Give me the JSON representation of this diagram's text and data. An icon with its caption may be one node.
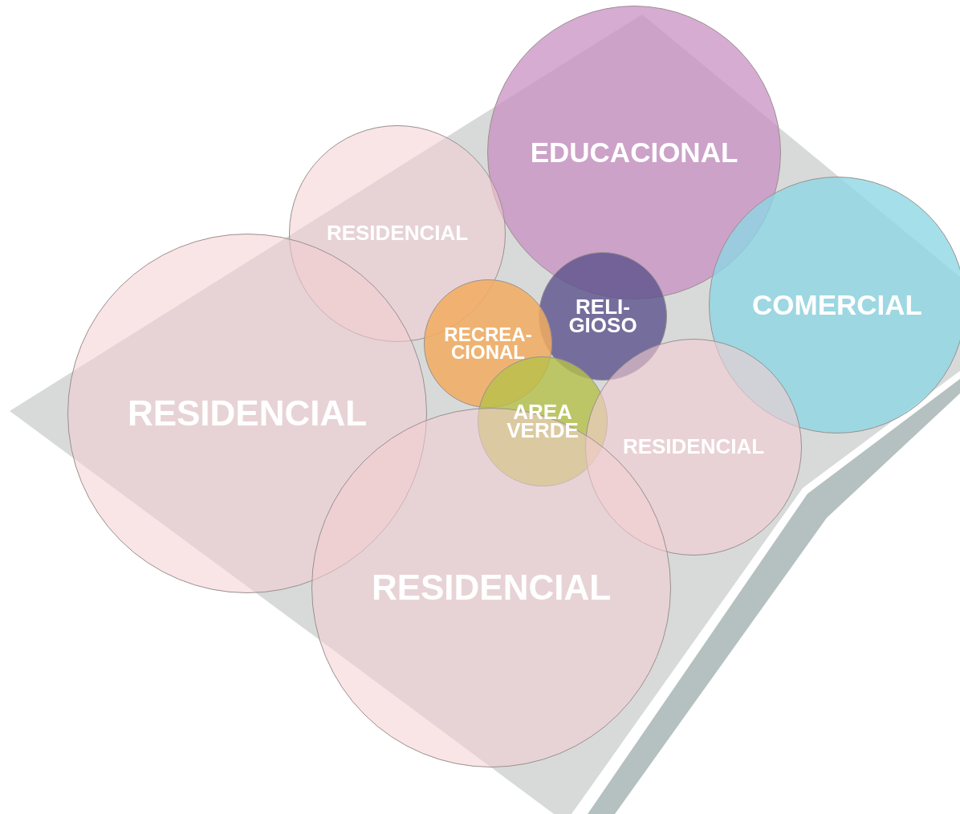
{
  "diagram": {
    "nodes": [
      {
        "text": [
          "EDUCACIONAL"
        ]
      },
      {
        "text": [
          "RESIDENCIAL"
        ]
      },
      {
        "text": [
          "COMERCIAL"
        ]
      },
      {
        "text": [
          "RELI- GIOSO"
        ]
      },
      {
        "text": [
          "RECREA- CIONAL"
        ]
      },
      {
        "text": [
          "RESIDENCIAL"
        ]
      },
      {
        "text": [
          "AREA VERDE"
        ]
      },
      {
        "text": [
          "RESIDENCIAL"
        ]
      },
      {
        "text": [
          "RESIDENCIAL"
        ]
      }
    ]
  }
}
